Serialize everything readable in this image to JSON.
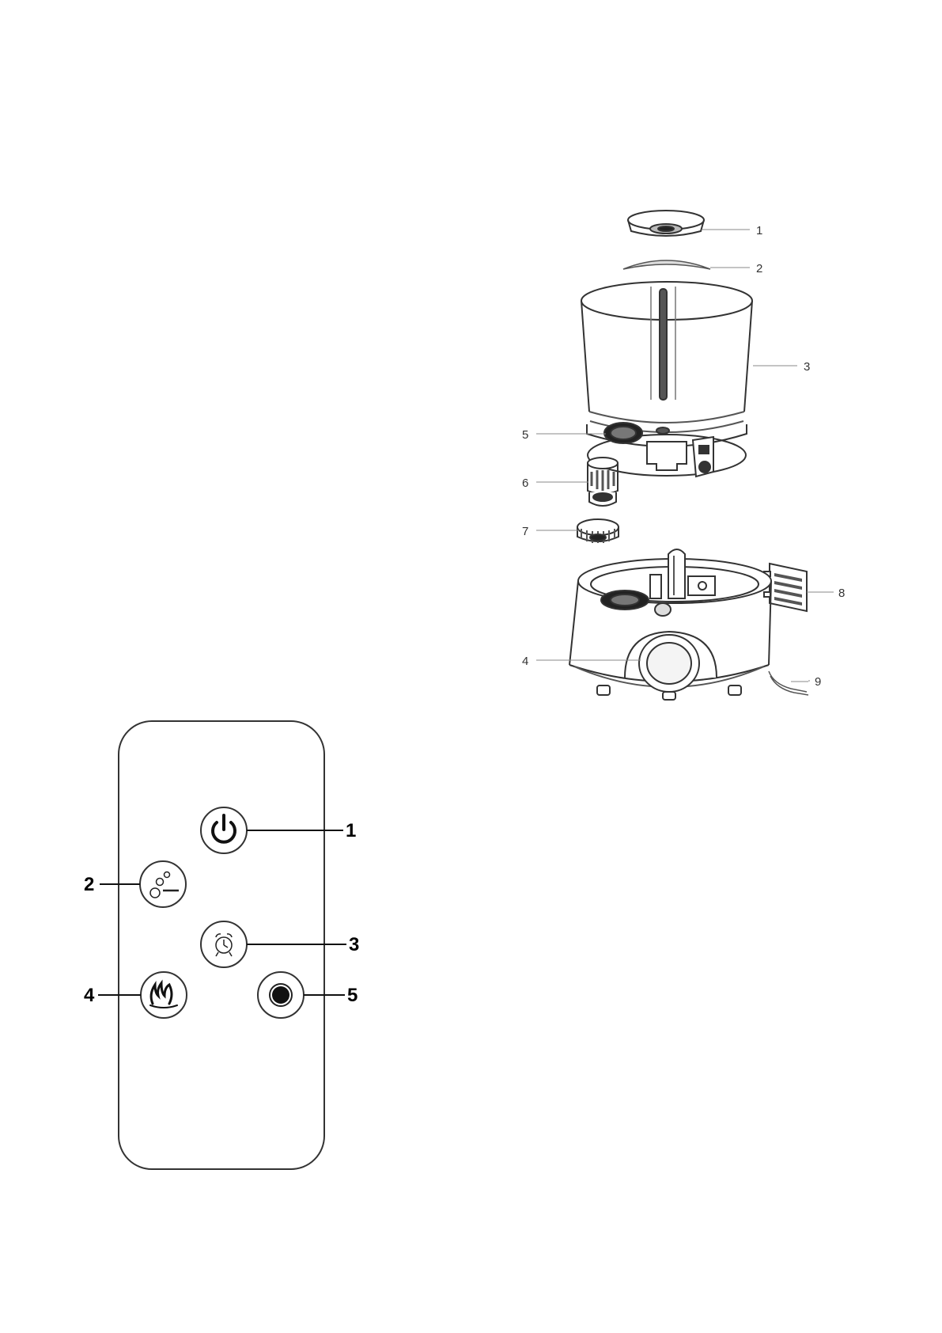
{
  "humidifier": {
    "callouts": [
      {
        "part": "top-cover",
        "label": "1"
      },
      {
        "part": "cover-seal",
        "label": "2"
      },
      {
        "part": "water-tank",
        "label": "3"
      },
      {
        "part": "tank-cap-opening",
        "label": "5"
      },
      {
        "part": "filter-cartridge",
        "label": "6"
      },
      {
        "part": "tank-cap",
        "label": "7"
      },
      {
        "part": "aroma-grille",
        "label": "8"
      },
      {
        "part": "control-knob",
        "label": "4"
      },
      {
        "part": "power-cord",
        "label": "9"
      }
    ]
  },
  "remote": {
    "buttons": [
      {
        "function": "power",
        "icon": "power-icon",
        "label": "1"
      },
      {
        "function": "mist-level",
        "icon": "bubbles-icon",
        "label": "2"
      },
      {
        "function": "timer",
        "icon": "alarm-clock-icon",
        "label": "3"
      },
      {
        "function": "warm-mist",
        "icon": "flame-icon",
        "label": "4"
      },
      {
        "function": "mode",
        "icon": "dot-circle-icon",
        "label": "5"
      }
    ]
  }
}
